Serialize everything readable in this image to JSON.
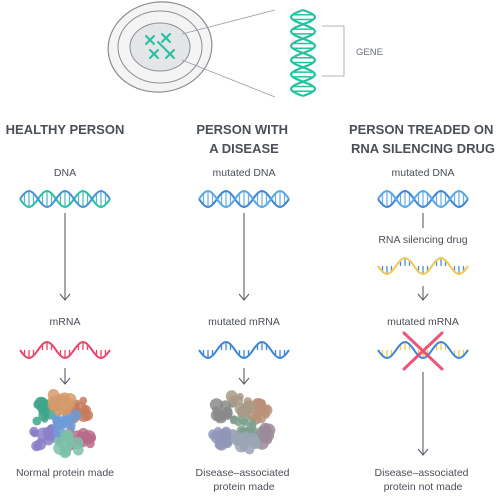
{
  "gene_label": "GENE",
  "columns": [
    {
      "header_lines": [
        "HEALTHY PERSON"
      ],
      "dna_label": "DNA",
      "mrna_label": "mRNA",
      "protein_label_lines": [
        "Normal protein made"
      ]
    },
    {
      "header_lines": [
        "PERSON WITH",
        "A DISEASE"
      ],
      "dna_label": "mutated DNA",
      "mrna_label": "mutated mRNA",
      "protein_label_lines": [
        "Disease–associated",
        "protein made"
      ]
    },
    {
      "header_lines": [
        "PERSON TREADED ON",
        "RNA SILENCING DRUG"
      ],
      "dna_label": "mutated DNA",
      "drug_label": "RNA silencing drug",
      "mrna_label": "mutated mRNA",
      "protein_label_lines": [
        "Disease–associated",
        "protein not made"
      ]
    }
  ],
  "colors": {
    "text": "#4a4f58",
    "healthy_dna_strand_a": "#25c2a0",
    "healthy_dna_strand_b": "#4a90d9",
    "mutated_dna": "#3d86d6",
    "mrna_red": "#e8456b",
    "mrna_blue": "#3d86d6",
    "drug_yellow": "#f2c94c",
    "cross": "#e8456b",
    "arrow": "#5a5f68"
  }
}
